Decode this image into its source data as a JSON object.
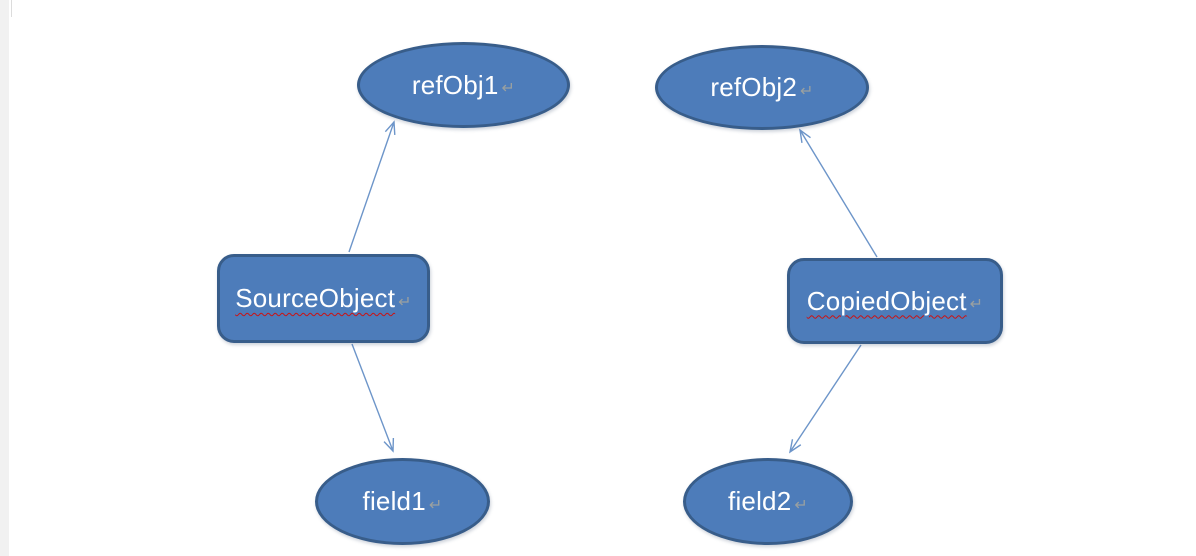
{
  "diagram": {
    "title": "object copy reference diagram",
    "paragraph_mark": "↵",
    "nodes": [
      {
        "id": "refObj1",
        "label": "refObj1",
        "shape": "ellipse",
        "misspelled": false
      },
      {
        "id": "refObj2",
        "label": "refObj2",
        "shape": "ellipse",
        "misspelled": false
      },
      {
        "id": "SourceObject",
        "label": "SourceObject",
        "shape": "rounded-rect",
        "misspelled": true
      },
      {
        "id": "CopiedObject",
        "label": "CopiedObject",
        "shape": "rounded-rect",
        "misspelled": true
      },
      {
        "id": "field1",
        "label": "field1",
        "shape": "ellipse",
        "misspelled": false
      },
      {
        "id": "field2",
        "label": "field2",
        "shape": "ellipse",
        "misspelled": false
      }
    ],
    "edges": [
      {
        "from": "SourceObject",
        "to": "refObj1"
      },
      {
        "from": "SourceObject",
        "to": "field1"
      },
      {
        "from": "CopiedObject",
        "to": "refObj2"
      },
      {
        "from": "CopiedObject",
        "to": "field2"
      }
    ],
    "colors": {
      "shape_fill": "#4d7cba",
      "shape_border": "#385d8a",
      "arrow": "#6d95c9",
      "spellcheck_underline": "#cc1111",
      "text": "#ffffff",
      "paragraph_mark": "#9aa0a0",
      "page_strip": "#f1f1f1"
    }
  }
}
